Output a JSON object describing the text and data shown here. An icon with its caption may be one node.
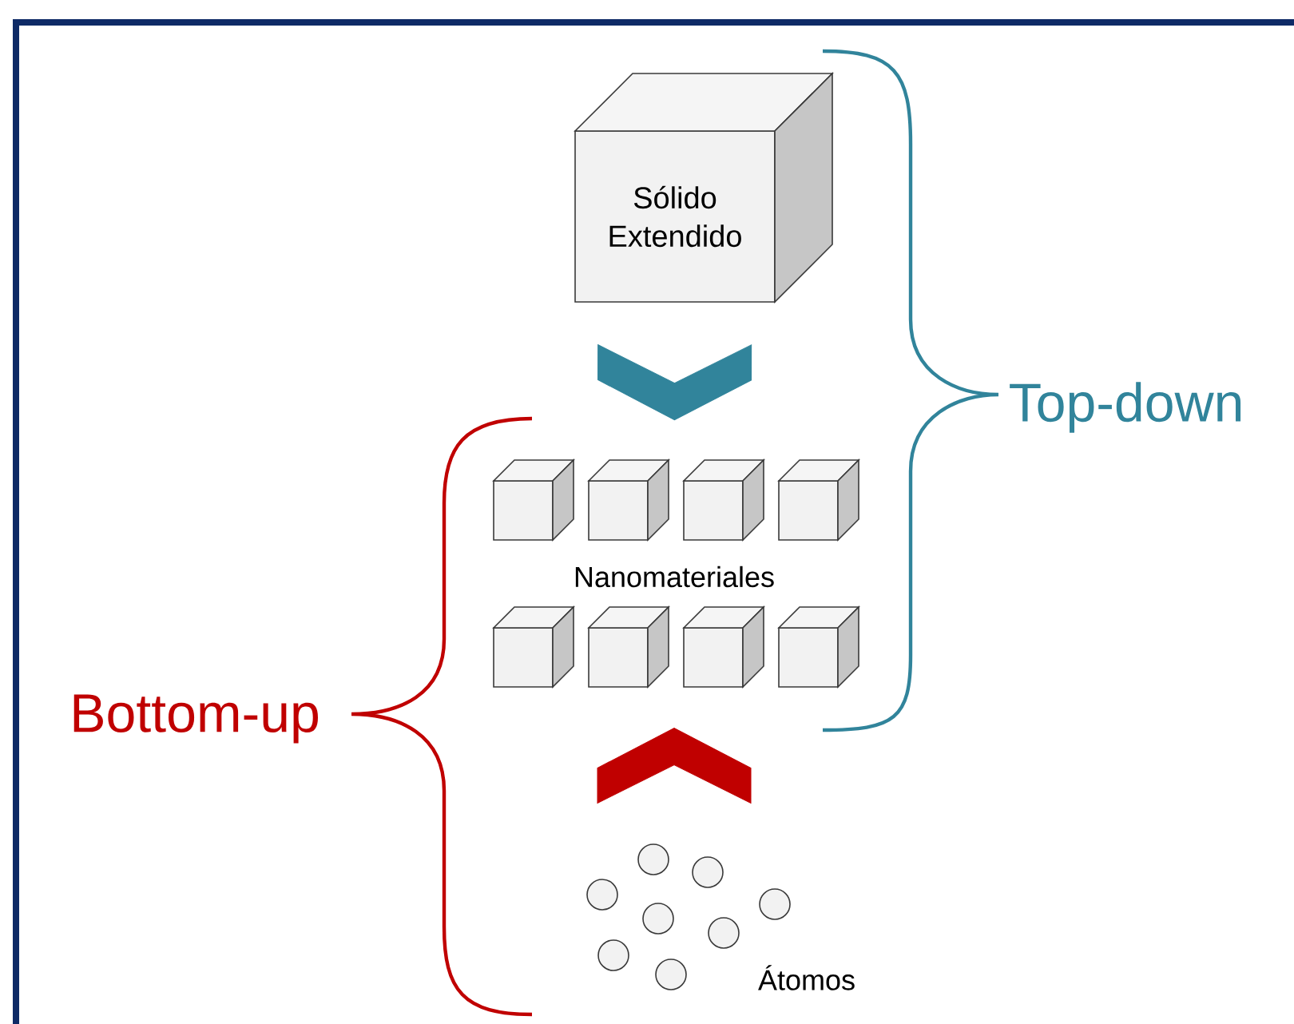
{
  "diagram": {
    "nodes": [
      {
        "text": [
          "Sólido Extendido"
        ]
      },
      {
        "text": [
          "Nanomateriales"
        ]
      },
      {
        "text": [
          "Átomos"
        ]
      }
    ],
    "edges": [
      {
        "from": 0,
        "to": 1,
        "arrow": "to",
        "color": "#31849b"
      },
      {
        "from": 2,
        "to": 1,
        "arrow": "to",
        "color": "#c00000"
      }
    ],
    "labels": [
      "Top-down",
      "Bottom-up"
    ]
  }
}
